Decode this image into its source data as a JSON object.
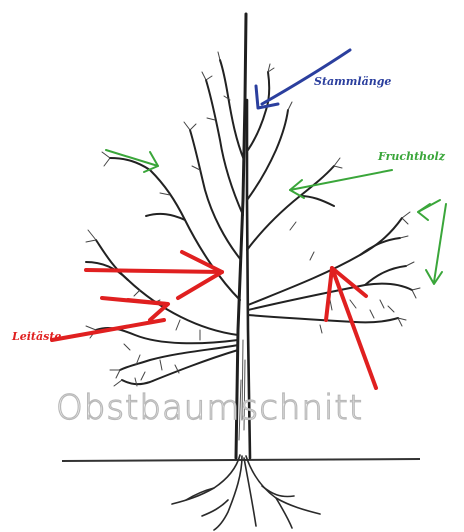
{
  "labels": {
    "trunk_length": "Stammlänge",
    "fruit_wood": "Fruchtholz",
    "scaffold_branches": "Leitäste"
  },
  "watermark": "Obstbaumschnitt",
  "colors": {
    "trunk_length": "#2b3f9e",
    "fruit_wood": "#3aa63a",
    "scaffold_branches": "#e02020",
    "tree_ink": "#2a2a2a"
  }
}
